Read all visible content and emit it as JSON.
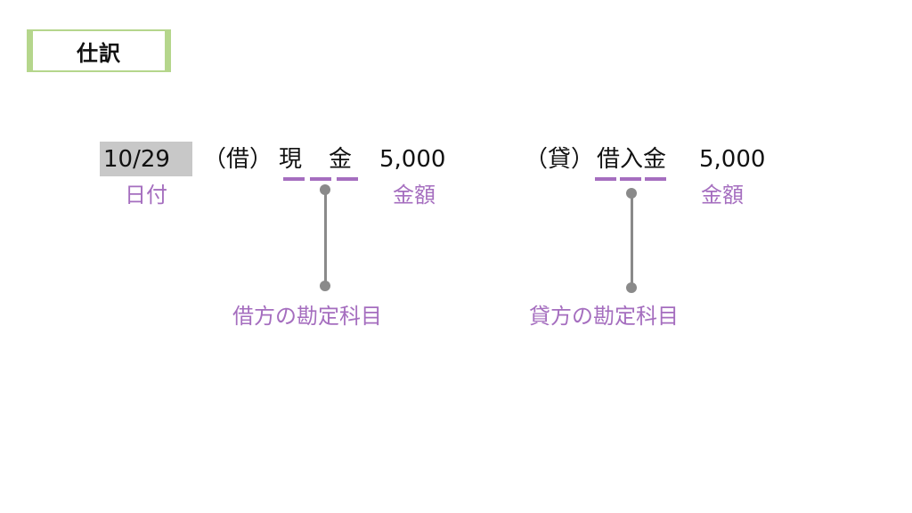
{
  "title": "仕訳",
  "entry": {
    "date": "10/29",
    "debit": {
      "marker": "（借）",
      "account_char1": "現",
      "account_char2": "金",
      "amount": "5,000"
    },
    "credit": {
      "marker": "（貸）",
      "account": "借入金",
      "amount": "5,000"
    }
  },
  "labels": {
    "date_label": "日付",
    "debit_amount_label": "金額",
    "credit_amount_label": "金額",
    "debit_account_label": "借方の勘定科目",
    "credit_account_label": "貸方の勘定科目"
  },
  "colors": {
    "accent_green": "#b5d68c",
    "label_purple": "#a56ebf",
    "connector_gray": "#8a8a8a",
    "date_highlight": "#c8c8c8"
  }
}
